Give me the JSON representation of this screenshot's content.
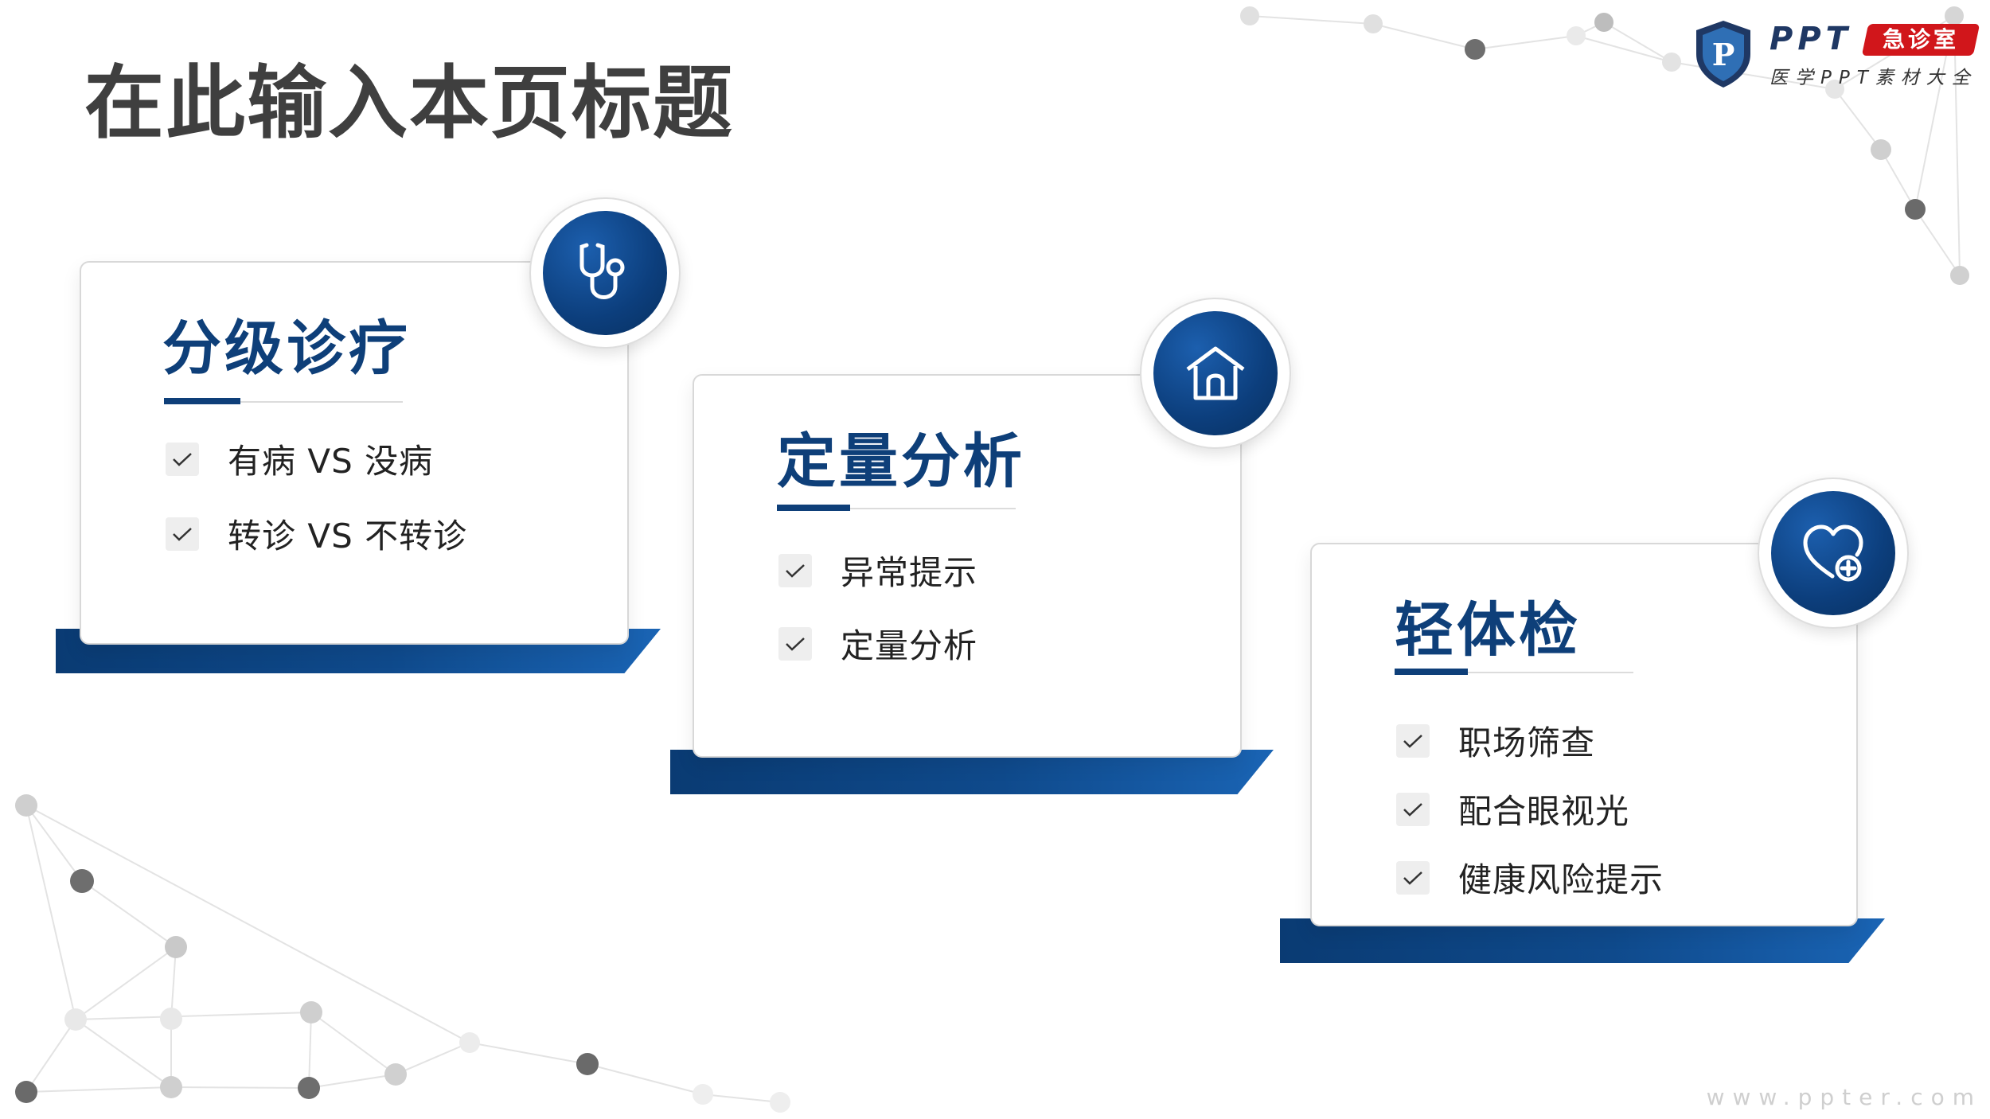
{
  "page": {
    "title": "在此输入本页标题",
    "footer": "www.ppter.com"
  },
  "logo": {
    "brand": "PPT",
    "badge": "急诊室",
    "subtitle": "医学PPT素材大全",
    "shield_letter": "P"
  },
  "colors": {
    "primary": "#0e3f79",
    "accent_light": "#1a64b4",
    "title_text": "#3f3f3f",
    "logo_red": "#d1161b"
  },
  "cards": [
    {
      "title": "分级诊疗",
      "icon": "stethoscope-icon",
      "items": [
        {
          "icon": "check-icon",
          "text": "有病 VS 没病"
        },
        {
          "icon": "check-icon",
          "text": "转诊 VS 不转诊"
        }
      ]
    },
    {
      "title": "定量分析",
      "icon": "house-icon",
      "items": [
        {
          "icon": "check-icon",
          "text": "异常提示"
        },
        {
          "icon": "check-icon",
          "text": "定量分析"
        }
      ]
    },
    {
      "title": "轻体检",
      "icon": "heart-plus-icon",
      "items": [
        {
          "icon": "check-icon",
          "text": "职场筛查"
        },
        {
          "icon": "check-icon",
          "text": "配合眼视光"
        },
        {
          "icon": "check-icon",
          "text": "健康风险提示"
        }
      ]
    }
  ]
}
